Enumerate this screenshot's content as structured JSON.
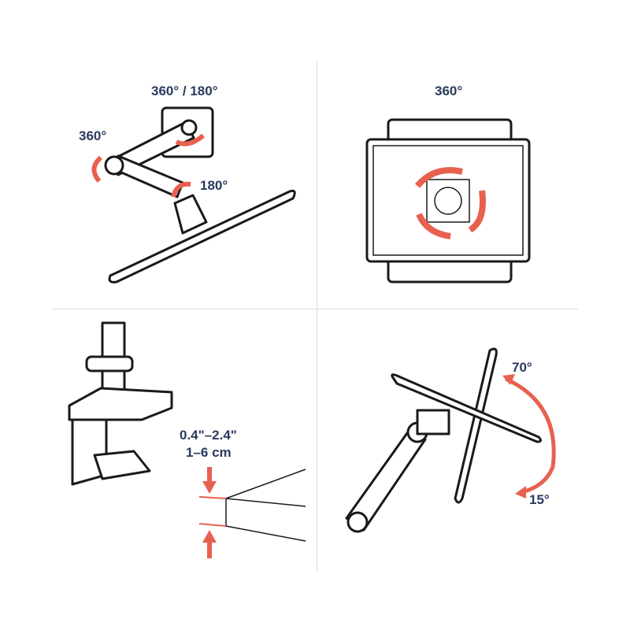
{
  "panels": {
    "arm_rotation": {
      "label_top": "360° / 180°",
      "label_left": "360°",
      "label_right": "180°"
    },
    "monitor_rotation": {
      "label_top": "360°"
    },
    "desk_clamp": {
      "thickness_in": "0.4\"–2.4\"",
      "thickness_cm": "1–6 cm"
    },
    "tilt": {
      "label_up": "70°",
      "label_down": "15°"
    }
  },
  "colors": {
    "accent": "#e8604f",
    "text": "#2a3a5e",
    "line": "#1a1a1a",
    "divider": "#dcdcdc"
  }
}
